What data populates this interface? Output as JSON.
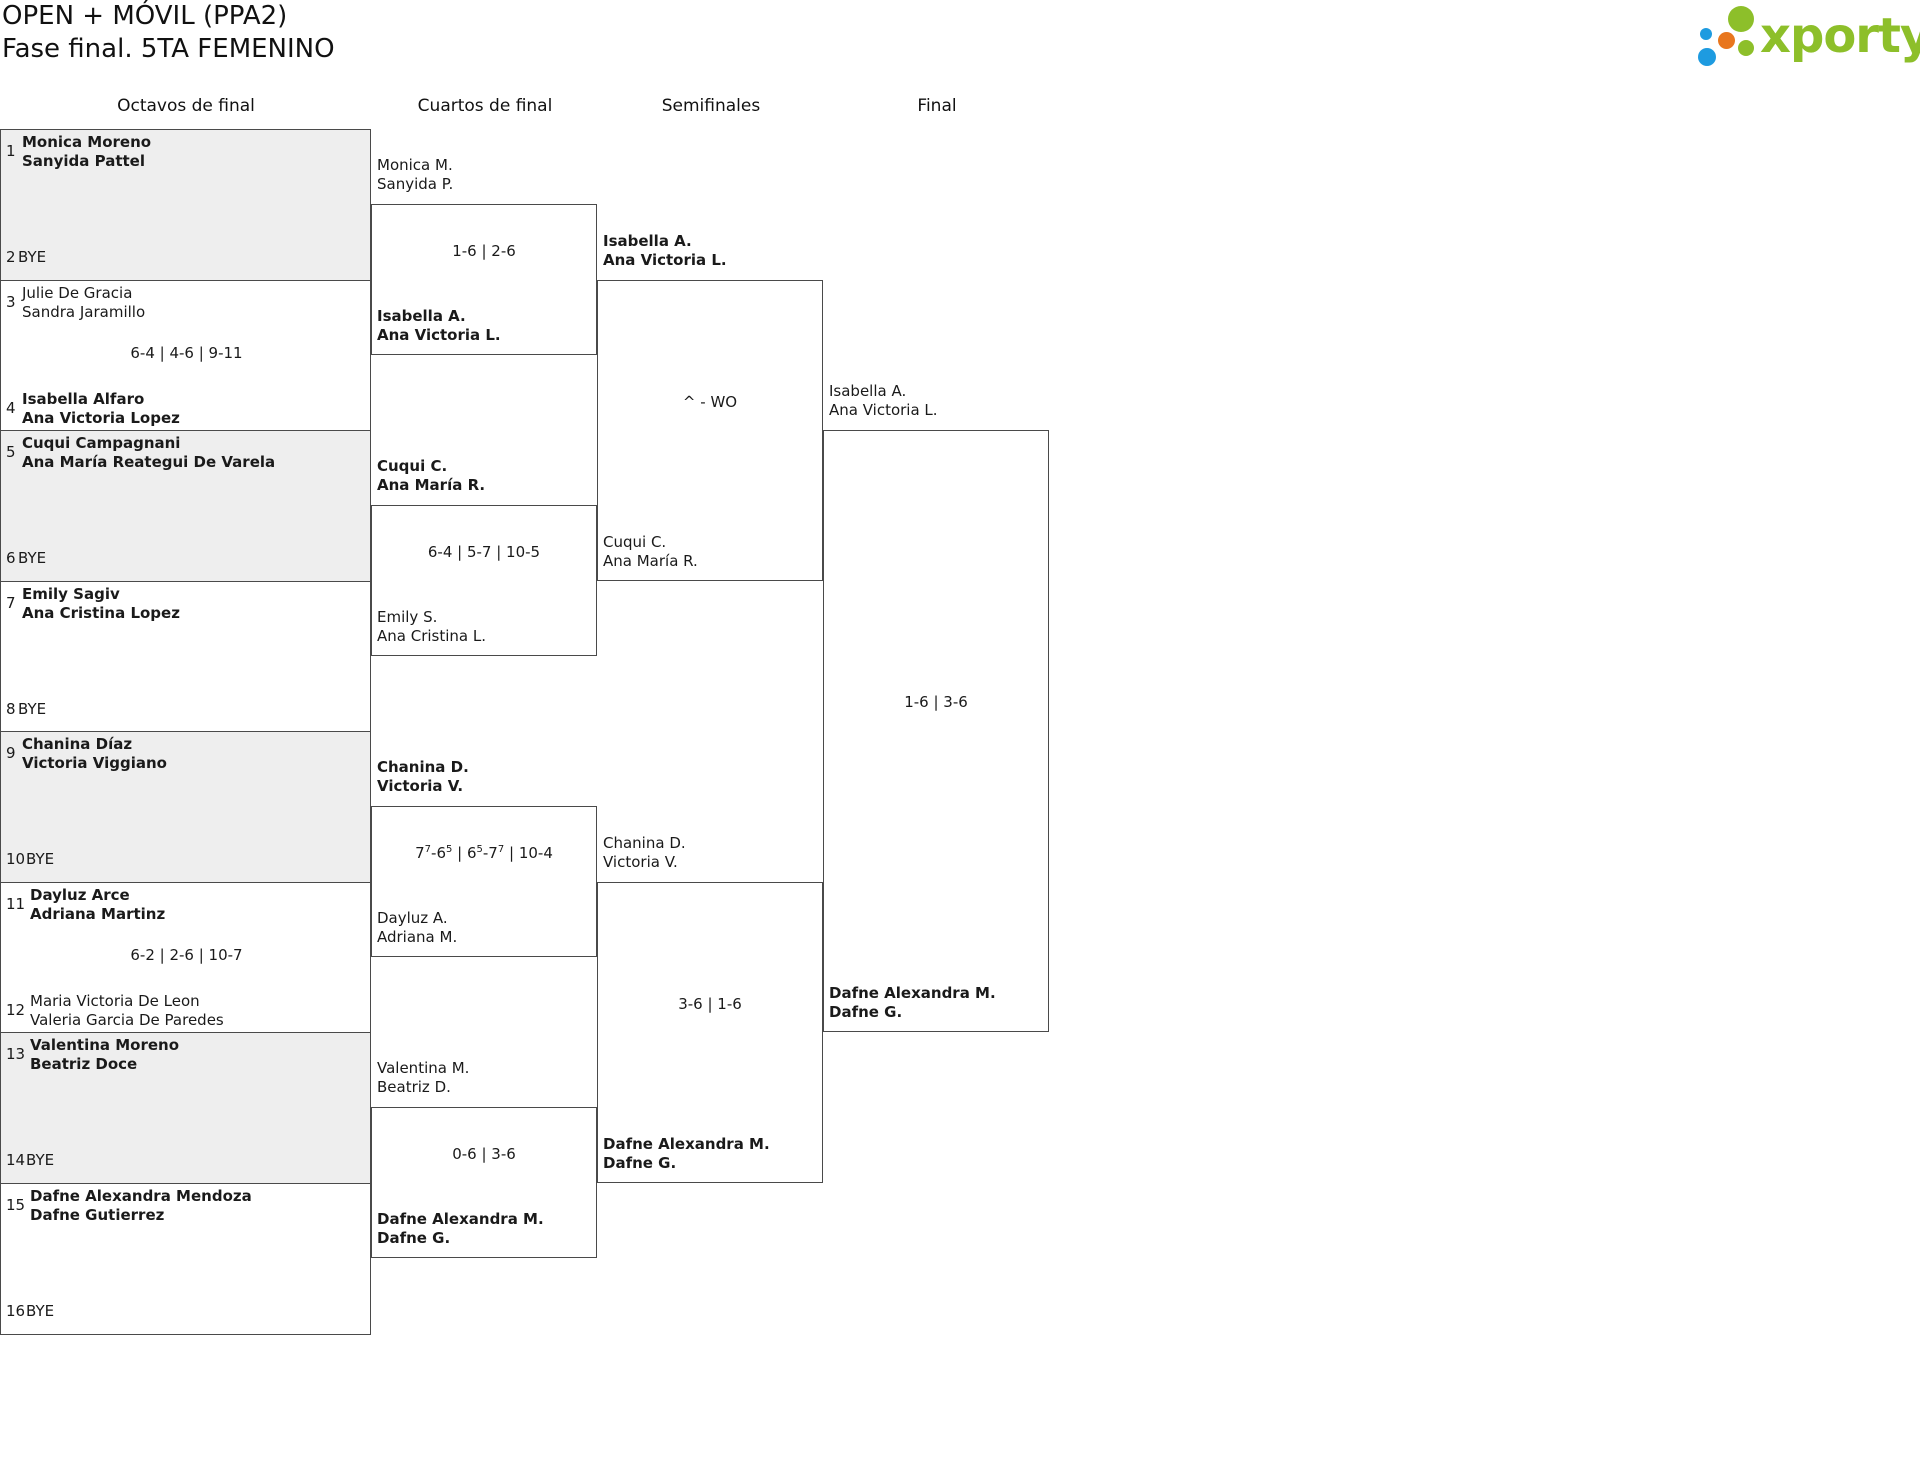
{
  "title_line1": "OPEN + MÓVIL (PPA2)",
  "title_line2": "Fase final. 5TA FEMENINO",
  "logo_text": "xporty",
  "logo_colors": [
    "#1e9be0",
    "#e8761e",
    "#8dbf2a"
  ],
  "rounds": [
    "Octavos de final",
    "Cuartos de final",
    "Semifinales",
    "Final"
  ],
  "r16": [
    {
      "seed1": "1",
      "team1": [
        "Monica Moreno",
        "Sanyida Pattel"
      ],
      "seed2": "2",
      "team2": [
        "BYE"
      ],
      "score": "",
      "winner": 1
    },
    {
      "seed1": "3",
      "team1": [
        "Julie De Gracia",
        "Sandra Jaramillo"
      ],
      "seed2": "4",
      "team2": [
        "Isabella Alfaro",
        "Ana Victoria Lopez"
      ],
      "score": "6-4 | 4-6 | 9-11",
      "winner": 2
    },
    {
      "seed1": "5",
      "team1": [
        "Cuqui Campagnani",
        "Ana María Reategui De Varela"
      ],
      "seed2": "6",
      "team2": [
        "BYE"
      ],
      "score": "",
      "winner": 1
    },
    {
      "seed1": "7",
      "team1": [
        "Emily Sagiv",
        "Ana Cristina Lopez"
      ],
      "seed2": "8",
      "team2": [
        "BYE"
      ],
      "score": "",
      "winner": 1
    },
    {
      "seed1": "9",
      "team1": [
        "Chanina Díaz",
        "Victoria Viggiano"
      ],
      "seed2": "10",
      "team2": [
        "BYE"
      ],
      "score": "",
      "winner": 1
    },
    {
      "seed1": "11",
      "team1": [
        "Dayluz Arce",
        "Adriana Martinz"
      ],
      "seed2": "12",
      "team2": [
        "Maria Victoria De Leon",
        "Valeria Garcia De Paredes"
      ],
      "score": "6-2 | 2-6 | 10-7",
      "winner": 1
    },
    {
      "seed1": "13",
      "team1": [
        "Valentina Moreno",
        "Beatriz Doce"
      ],
      "seed2": "14",
      "team2": [
        "BYE"
      ],
      "score": "",
      "winner": 1
    },
    {
      "seed1": "15",
      "team1": [
        "Dafne Alexandra Mendoza",
        "Dafne Gutierrez"
      ],
      "seed2": "16",
      "team2": [
        "BYE"
      ],
      "score": "",
      "winner": 1
    }
  ],
  "qf": [
    {
      "team1": [
        "Monica M.",
        "Sanyida P."
      ],
      "team2": [
        "Isabella A.",
        "Ana Victoria L."
      ],
      "score": "1-6 | 2-6",
      "winner": 2
    },
    {
      "team1": [
        "Cuqui C.",
        "Ana María R."
      ],
      "team2": [
        "Emily S.",
        "Ana Cristina L."
      ],
      "score": "6-4 | 5-7 | 10-5",
      "winner": 1
    },
    {
      "team1": [
        "Chanina D.",
        "Victoria V."
      ],
      "team2": [
        "Dayluz A.",
        "Adriana M."
      ],
      "score": "7^7-6^5 | 6^5-7^7 | 10-4",
      "winner": 1
    },
    {
      "team1": [
        "Valentina M.",
        "Beatriz D."
      ],
      "team2": [
        "Dafne Alexandra M.",
        "Dafne G."
      ],
      "score": "0-6 | 3-6",
      "winner": 2
    }
  ],
  "sf": [
    {
      "team1": [
        "Isabella A.",
        "Ana Victoria L."
      ],
      "team2": [
        "Cuqui C.",
        "Ana María R."
      ],
      "score": "^ - WO",
      "winner": 1
    },
    {
      "team1": [
        "Chanina D.",
        "Victoria V."
      ],
      "team2": [
        "Dafne Alexandra M.",
        "Dafne G."
      ],
      "score": "3-6 | 1-6",
      "winner": 2
    }
  ],
  "final": {
    "team1": [
      "Isabella A.",
      "Ana Victoria L."
    ],
    "team2": [
      "Dafne Alexandra M.",
      "Dafne G."
    ],
    "score": "1-6 | 3-6",
    "winner": 2
  }
}
